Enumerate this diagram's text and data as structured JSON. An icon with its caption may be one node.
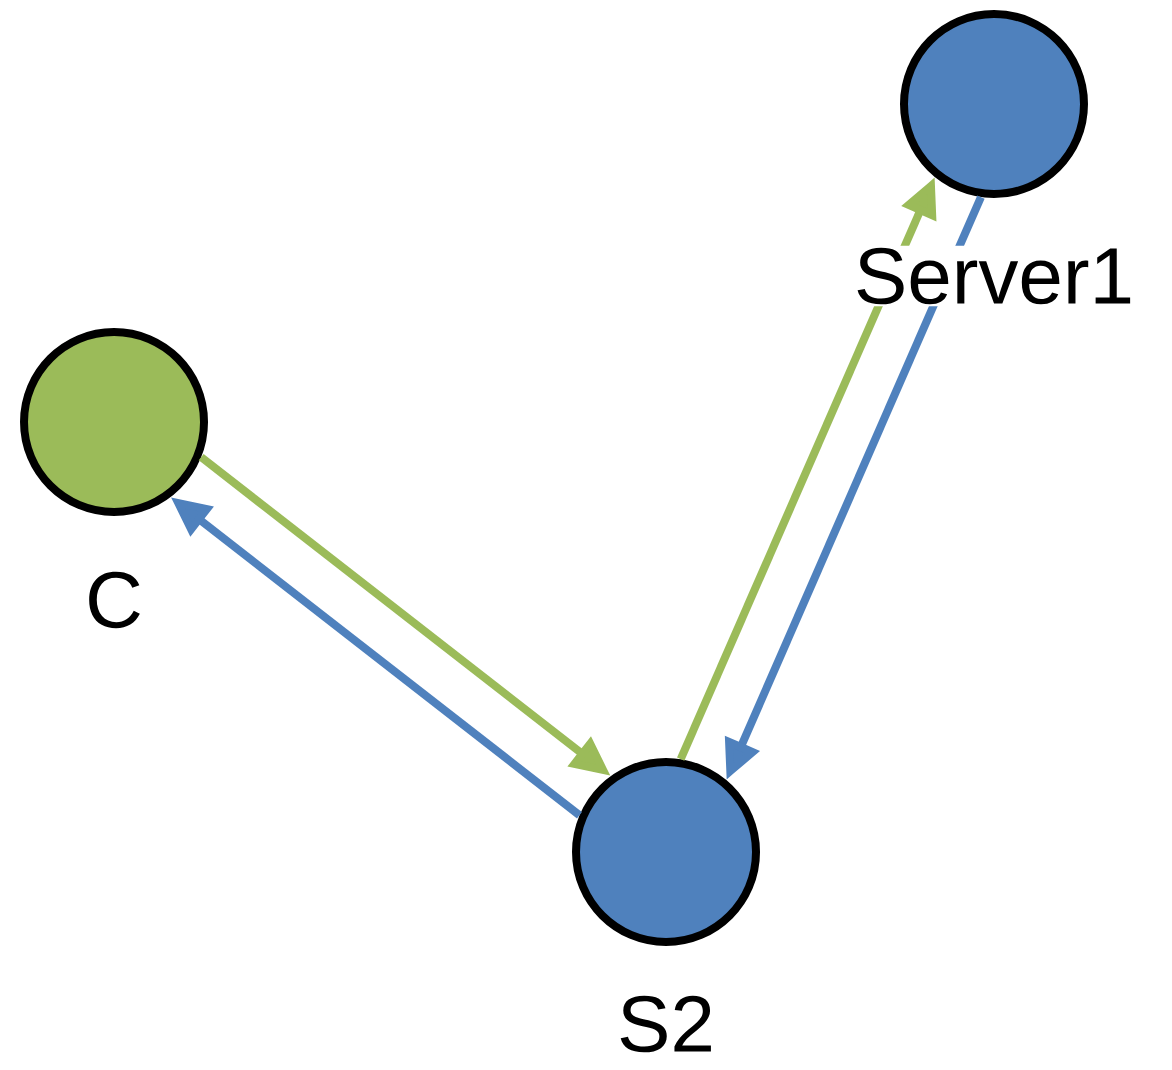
{
  "diagram": {
    "nodes": [
      {
        "text": [],
        "shape": "circle",
        "beside": [
          "C"
        ]
      },
      {
        "text": [],
        "shape": "circle",
        "beside": [
          "S2"
        ]
      },
      {
        "text": [],
        "shape": "circle",
        "beside": [
          "Server1"
        ]
      }
    ],
    "edges": [
      {
        "from": 0,
        "to": 1,
        "arrow": "to",
        "color": "#9bbb59"
      },
      {
        "from": 1,
        "to": 0,
        "arrow": "to",
        "color": "#4f81bd"
      },
      {
        "from": 1,
        "to": 2,
        "arrow": "to",
        "color": "#9bbb59"
      },
      {
        "from": 2,
        "to": 1,
        "arrow": "to",
        "color": "#4f81bd"
      }
    ]
  }
}
